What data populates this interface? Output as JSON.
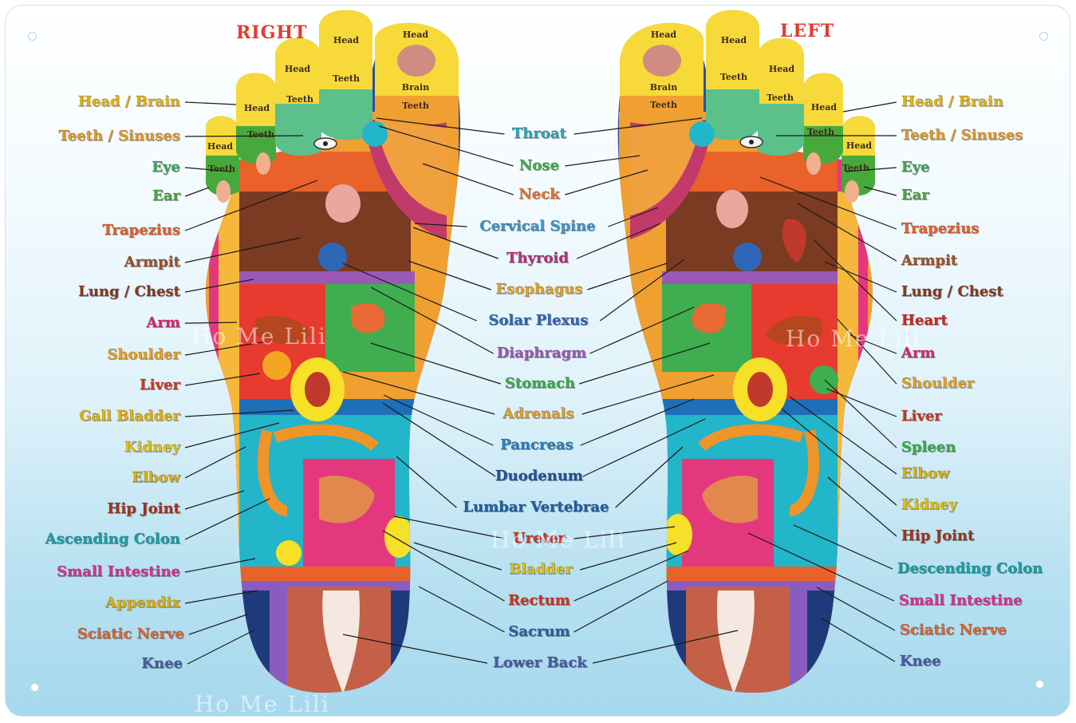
{
  "titles": {
    "right": "RIGHT",
    "left": "LEFT"
  },
  "toe_text": {
    "head": "Head",
    "teeth": "Teeth",
    "brain": "Brain"
  },
  "watermark": "Ho Me Lili",
  "left_labels": [
    {
      "text": "Head / Brain",
      "color": "#e7b400"
    },
    {
      "text": "Teeth / Sinuses",
      "color": "#e49b20"
    },
    {
      "text": "Eye",
      "color": "#3aae55"
    },
    {
      "text": "Ear",
      "color": "#47a93c"
    },
    {
      "text": "Trapezius",
      "color": "#e8602a"
    },
    {
      "text": "Armpit",
      "color": "#a0522d"
    },
    {
      "text": "Lung / Chest",
      "color": "#8b3a1f"
    },
    {
      "text": "Arm",
      "color": "#e0246f"
    },
    {
      "text": "Shoulder",
      "color": "#e8a21f"
    },
    {
      "text": "Liver",
      "color": "#d6341e"
    },
    {
      "text": "Gall Bladder",
      "color": "#e8b400"
    },
    {
      "text": "Kidney",
      "color": "#e8c200"
    },
    {
      "text": "Elbow",
      "color": "#e0b000"
    },
    {
      "text": "Hip Joint",
      "color": "#a2361c"
    },
    {
      "text": "Ascending Colon",
      "color": "#1aa0a8"
    },
    {
      "text": "Small Intestine",
      "color": "#e02f8f"
    },
    {
      "text": "Appendix",
      "color": "#e6b000"
    },
    {
      "text": "Sciatic Nerve",
      "color": "#e8642a"
    },
    {
      "text": "Knee",
      "color": "#4a5ea8"
    }
  ],
  "center_labels": [
    {
      "text": "Throat",
      "color": "#27a8b8"
    },
    {
      "text": "Nose",
      "color": "#3caf4a"
    },
    {
      "text": "Neck",
      "color": "#e8742a"
    },
    {
      "text": "Cervical Spine",
      "color": "#3c95c8"
    },
    {
      "text": "Thyroid",
      "color": "#b82e7a"
    },
    {
      "text": "Esophagus",
      "color": "#e8a21f"
    },
    {
      "text": "Solar Plexus",
      "color": "#2e67b8"
    },
    {
      "text": "Diaphragm",
      "color": "#9b59b6"
    },
    {
      "text": "Stomach",
      "color": "#3aae4a"
    },
    {
      "text": "Adrenals",
      "color": "#e8a21f"
    },
    {
      "text": "Pancreas",
      "color": "#2e7fc0"
    },
    {
      "text": "Duodenum",
      "color": "#2452a0"
    },
    {
      "text": "Lumbar Vertebrae",
      "color": "#1f5fa8"
    },
    {
      "text": "Ureter",
      "color": "#d6341e"
    },
    {
      "text": "Bladder",
      "color": "#e8c200"
    },
    {
      "text": "Rectum",
      "color": "#d6341e"
    },
    {
      "text": "Sacrum",
      "color": "#2e5fa8"
    },
    {
      "text": "Lower Back",
      "color": "#4a5ea8"
    }
  ],
  "right_labels": [
    {
      "text": "Head / Brain",
      "color": "#e7b400"
    },
    {
      "text": "Teeth / Sinuses",
      "color": "#e49b20"
    },
    {
      "text": "Eye",
      "color": "#3aae55"
    },
    {
      "text": "Ear",
      "color": "#47a93c"
    },
    {
      "text": "Trapezius",
      "color": "#e8602a"
    },
    {
      "text": "Armpit",
      "color": "#a0522d"
    },
    {
      "text": "Lung / Chest",
      "color": "#8b3a1f"
    },
    {
      "text": "Heart",
      "color": "#d6241e"
    },
    {
      "text": "Arm",
      "color": "#e0246f"
    },
    {
      "text": "Shoulder",
      "color": "#e8a21f"
    },
    {
      "text": "Liver",
      "color": "#d6341e"
    },
    {
      "text": "Spleen",
      "color": "#3aae4a"
    },
    {
      "text": "Elbow",
      "color": "#e0b000"
    },
    {
      "text": "Kidney",
      "color": "#e8c200"
    },
    {
      "text": "Hip Joint",
      "color": "#a2361c"
    },
    {
      "text": "Descending Colon",
      "color": "#1aa0a8"
    },
    {
      "text": "Small Intestine",
      "color": "#e02f8f"
    },
    {
      "text": "Sciatic Nerve",
      "color": "#e8642a"
    },
    {
      "text": "Knee",
      "color": "#4a5ea8"
    }
  ]
}
